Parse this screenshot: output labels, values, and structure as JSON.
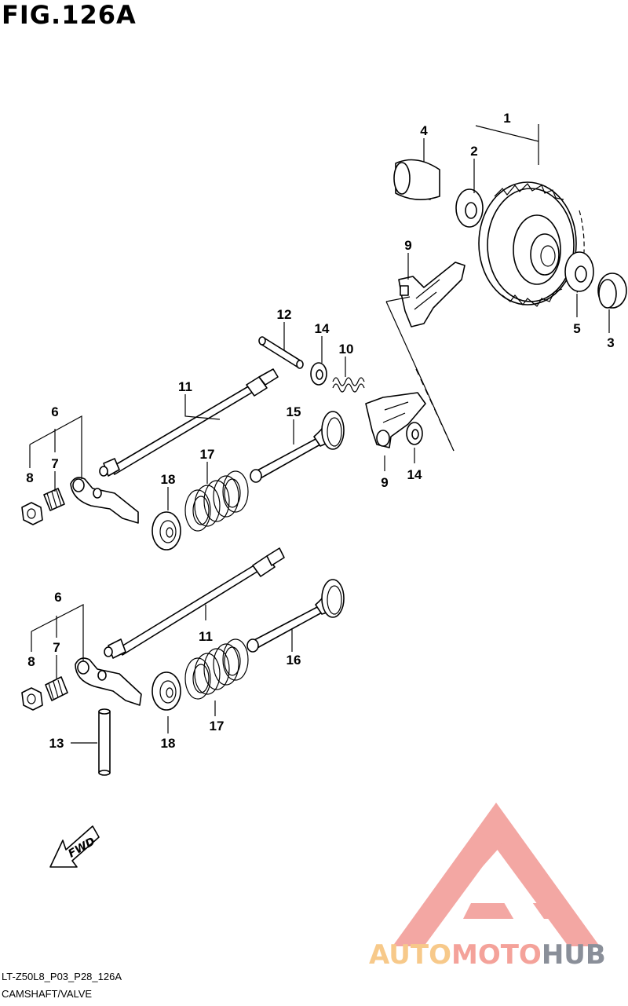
{
  "figure": {
    "title": "FIG.126A",
    "drawing_code": "LT-Z50L8_P03_P28_126A",
    "caption": "CAMSHAFT/VALVE"
  },
  "callouts": [
    "1",
    "2",
    "3",
    "4",
    "5",
    "9",
    "12",
    "14",
    "10",
    "11",
    "6",
    "7",
    "8",
    "15",
    "17",
    "18",
    "9",
    "14",
    "6",
    "7",
    "8",
    "11",
    "16",
    "17",
    "18",
    "13"
  ],
  "fwd_arrow": {
    "label": "FWD",
    "icon": "forward-arrow-icon"
  },
  "watermark": {
    "part1": "AUTO",
    "part2": "MOTO",
    "part3": "HUB",
    "logo_icon": "triangle-a-logo-icon",
    "colors": {
      "auto": "#f7c98a",
      "moto": "#f4a29a",
      "hub": "#8a8f99",
      "logo": "#f08a85"
    }
  }
}
